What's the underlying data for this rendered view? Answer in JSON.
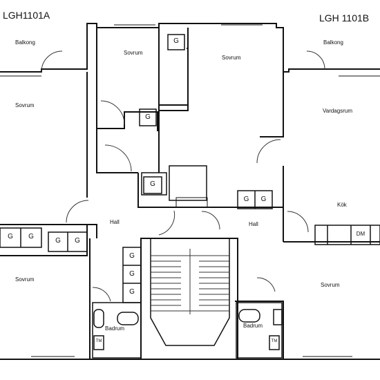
{
  "units": {
    "left": "LGH1101A",
    "right": "LGH 1101B"
  },
  "rooms": {
    "balkong_left": "Balkong",
    "balkong_right": "Balkong",
    "sovrum_top_center_left": "Sovrum",
    "sovrum_top_center_right": "Sovrum",
    "sovrum_left": "Sovrum",
    "vardagsrum": "Vardagsrum",
    "hall_left": "Hall",
    "hall_right": "Hall",
    "kok": "Kök",
    "sovrum_bottom_left": "Sovrum",
    "sovrum_bottom_right": "Sovrum",
    "badrum_left": "Badrum",
    "badrum_right": "Badrum"
  },
  "fixtures": {
    "wardrobe_label": "G",
    "dishwasher_label": "DM",
    "washer_label": "TM"
  },
  "colors": {
    "wall": "#111111",
    "line": "#333333"
  }
}
